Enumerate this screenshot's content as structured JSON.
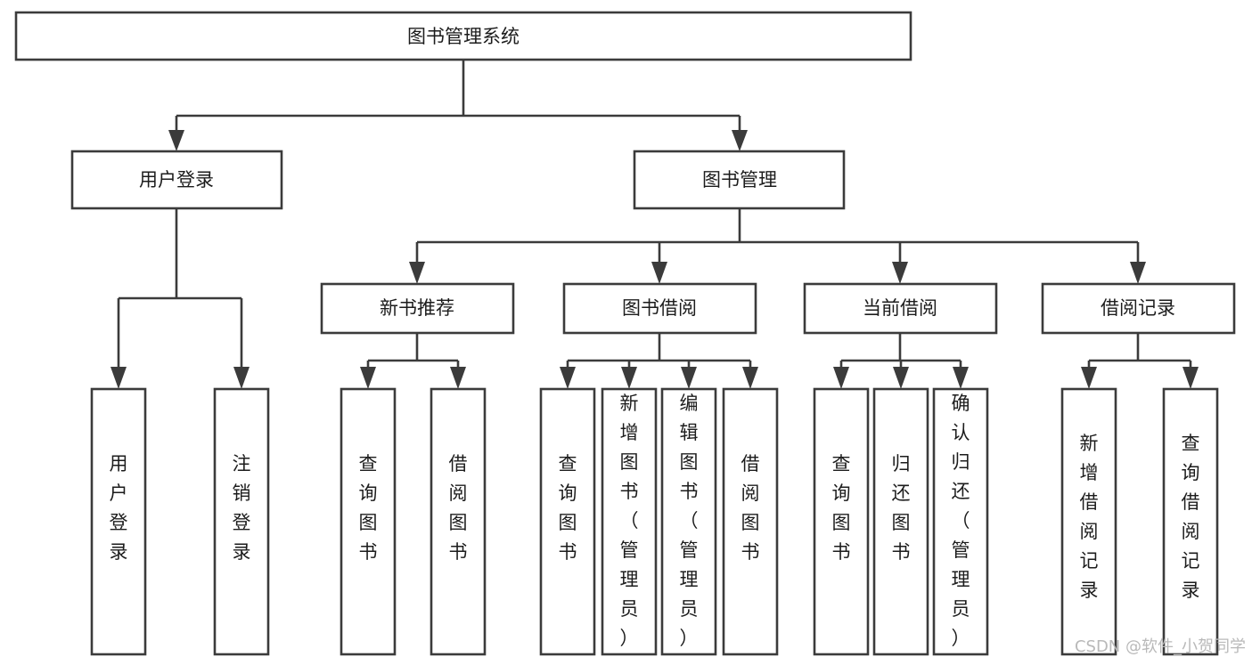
{
  "diagram": {
    "kind": "tree-hierarchy-chart",
    "title": "图书管理系统",
    "background_color": "#ffffff",
    "box_stroke_color": "#3b3b3b",
    "text_color": "#1c1c1c",
    "watermark": "CSDN @软件_小贺同学",
    "watermark_color": "#b9b9b9"
  },
  "nodes": {
    "root": {
      "label": "图书管理系统",
      "orientation": "horizontal"
    },
    "level1": [
      {
        "label": "用户登录",
        "orientation": "horizontal"
      },
      {
        "label": "图书管理",
        "orientation": "horizontal"
      }
    ],
    "level2": [
      {
        "label": "新书推荐",
        "orientation": "horizontal"
      },
      {
        "label": "图书借阅",
        "orientation": "horizontal"
      },
      {
        "label": "当前借阅",
        "orientation": "horizontal"
      },
      {
        "label": "借阅记录",
        "orientation": "horizontal"
      }
    ],
    "leaves_user_login": [
      {
        "label": "用户登录",
        "orientation": "vertical"
      },
      {
        "label": "注销登录",
        "orientation": "vertical"
      }
    ],
    "leaves_new_books": [
      {
        "label": "查询图书",
        "orientation": "vertical"
      },
      {
        "label": "借阅图书",
        "orientation": "vertical"
      }
    ],
    "leaves_borrow": [
      {
        "label": "查询图书",
        "orientation": "vertical"
      },
      {
        "label": "新增图书（管理员）",
        "orientation": "vertical"
      },
      {
        "label": "编辑图书（管理员）",
        "orientation": "vertical"
      },
      {
        "label": "借阅图书",
        "orientation": "vertical"
      }
    ],
    "leaves_current": [
      {
        "label": "查询图书",
        "orientation": "vertical"
      },
      {
        "label": "归还图书",
        "orientation": "vertical"
      },
      {
        "label": "确认归还（管理员）",
        "orientation": "vertical"
      }
    ],
    "leaves_records": [
      {
        "label": "新增借阅记录",
        "orientation": "vertical"
      },
      {
        "label": "查询借阅记录",
        "orientation": "vertical"
      }
    ]
  }
}
